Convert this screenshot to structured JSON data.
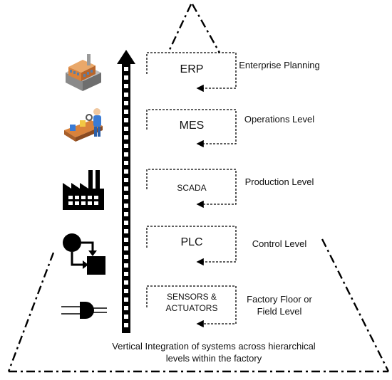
{
  "levels": [
    {
      "box_label": "ERP",
      "description": "Enterprise Planning",
      "icon": "office-building-icon"
    },
    {
      "box_label": "MES",
      "description": "Operations Level",
      "icon": "operator-conveyor-icon"
    },
    {
      "box_label": "SCADA",
      "description": "Production Level",
      "icon": "factory-icon"
    },
    {
      "box_label": "PLC",
      "description": "Control Level",
      "icon": "control-flow-icon"
    },
    {
      "box_label": "SENSORS & ACTUATORS",
      "description": "Factory Floor or Field Level",
      "icon": "sensor-actuator-icon"
    }
  ],
  "caption": "Vertical Integration of systems across hierarchical levels within the factory",
  "colors": {
    "line": "#000000",
    "building_orange": "#d9823b",
    "building_gray": "#8a8a8a",
    "person_blue": "#3a7bd5"
  }
}
